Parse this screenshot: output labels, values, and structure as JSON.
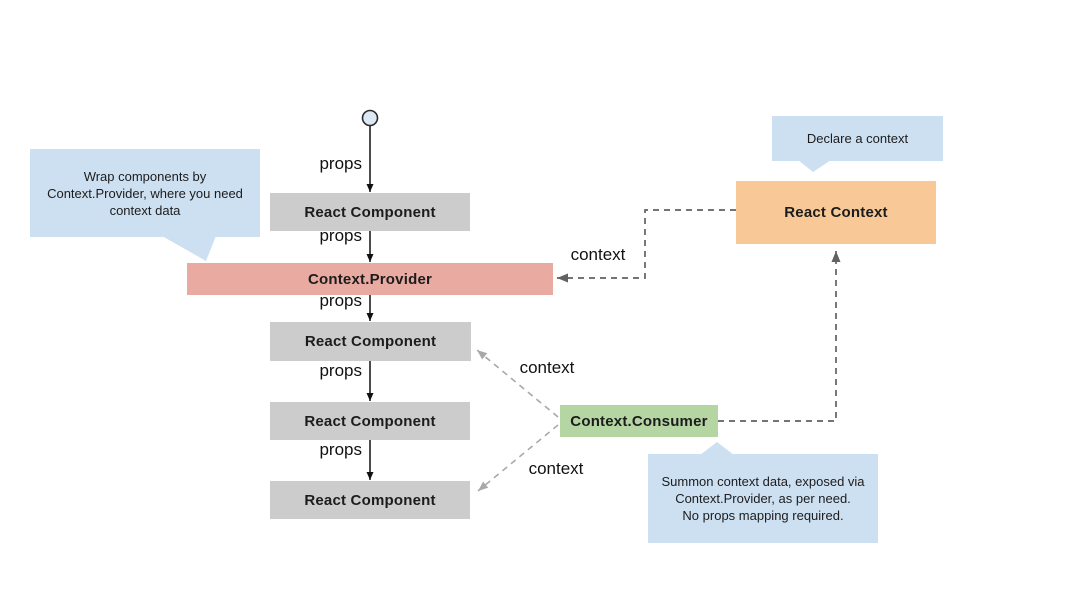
{
  "diagram": {
    "nodes": {
      "react_component_1": {
        "label": "React Component"
      },
      "context_provider": {
        "label": "Context.Provider"
      },
      "react_component_2": {
        "label": "React Component"
      },
      "react_component_3": {
        "label": "React Component"
      },
      "react_component_4": {
        "label": "React Component"
      },
      "react_context": {
        "label": "React Context"
      },
      "context_consumer": {
        "label": "Context.Consumer"
      }
    },
    "edges": {
      "props_labels": [
        "props",
        "props",
        "props",
        "props",
        "props"
      ],
      "context_labels": {
        "to_provider": "context",
        "to_component_2": "context",
        "to_component_4": "context"
      }
    },
    "callouts": {
      "wrap_components": {
        "text": "Wrap components by Context.Provider, where you need context data"
      },
      "declare_context": {
        "text": "Declare a context"
      },
      "summon_context": {
        "line1": "Summon context data, exposed via Context.Provider, as per need.",
        "line2": "No props mapping required."
      }
    },
    "colors": {
      "component_gray": "#cccccc",
      "provider_pink": "#e9aaa2",
      "react_context_orange": "#f8c996",
      "consumer_green": "#b5d6a2",
      "callout_blue": "#cde0f2",
      "solid_arrow": "#111111",
      "dashed_arrow_dark": "#616161",
      "dashed_arrow_light": "#a8a8a8",
      "background": "#ffffff"
    }
  }
}
